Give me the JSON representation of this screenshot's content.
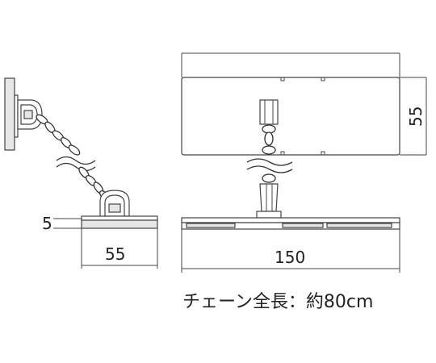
{
  "dimensions": {
    "left_base_width": "55",
    "left_base_height": "5",
    "front_width": "150",
    "front_height": "55"
  },
  "caption": "チェーン全長：約80cm"
}
